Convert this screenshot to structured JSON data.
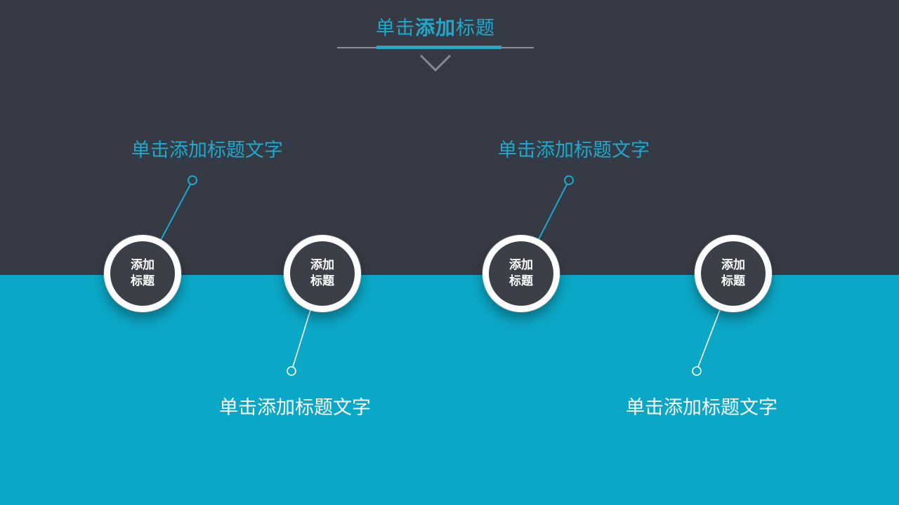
{
  "title": {
    "part1": "单击",
    "part2": "添加",
    "part3": "标题"
  },
  "callouts": {
    "top_left": "单击添加标题文字",
    "top_right": "单击添加标题文字",
    "bottom_left": "单击添加标题文字",
    "bottom_right": "单击添加标题文字"
  },
  "circles": [
    {
      "line1": "添加",
      "line2": "标题"
    },
    {
      "line1": "添加",
      "line2": "标题"
    },
    {
      "line1": "添加",
      "line2": "标题"
    },
    {
      "line1": "添加",
      "line2": "标题"
    }
  ],
  "icons": {
    "chevron_down": "∨"
  },
  "colors": {
    "dark_background": "#363a44",
    "teal_background": "#0ba7c6",
    "accent_cyan": "#1ca9ce",
    "line_gray": "#8a8f98",
    "circle_fill": "#3a3f48",
    "circle_ring": "#ffffff"
  }
}
